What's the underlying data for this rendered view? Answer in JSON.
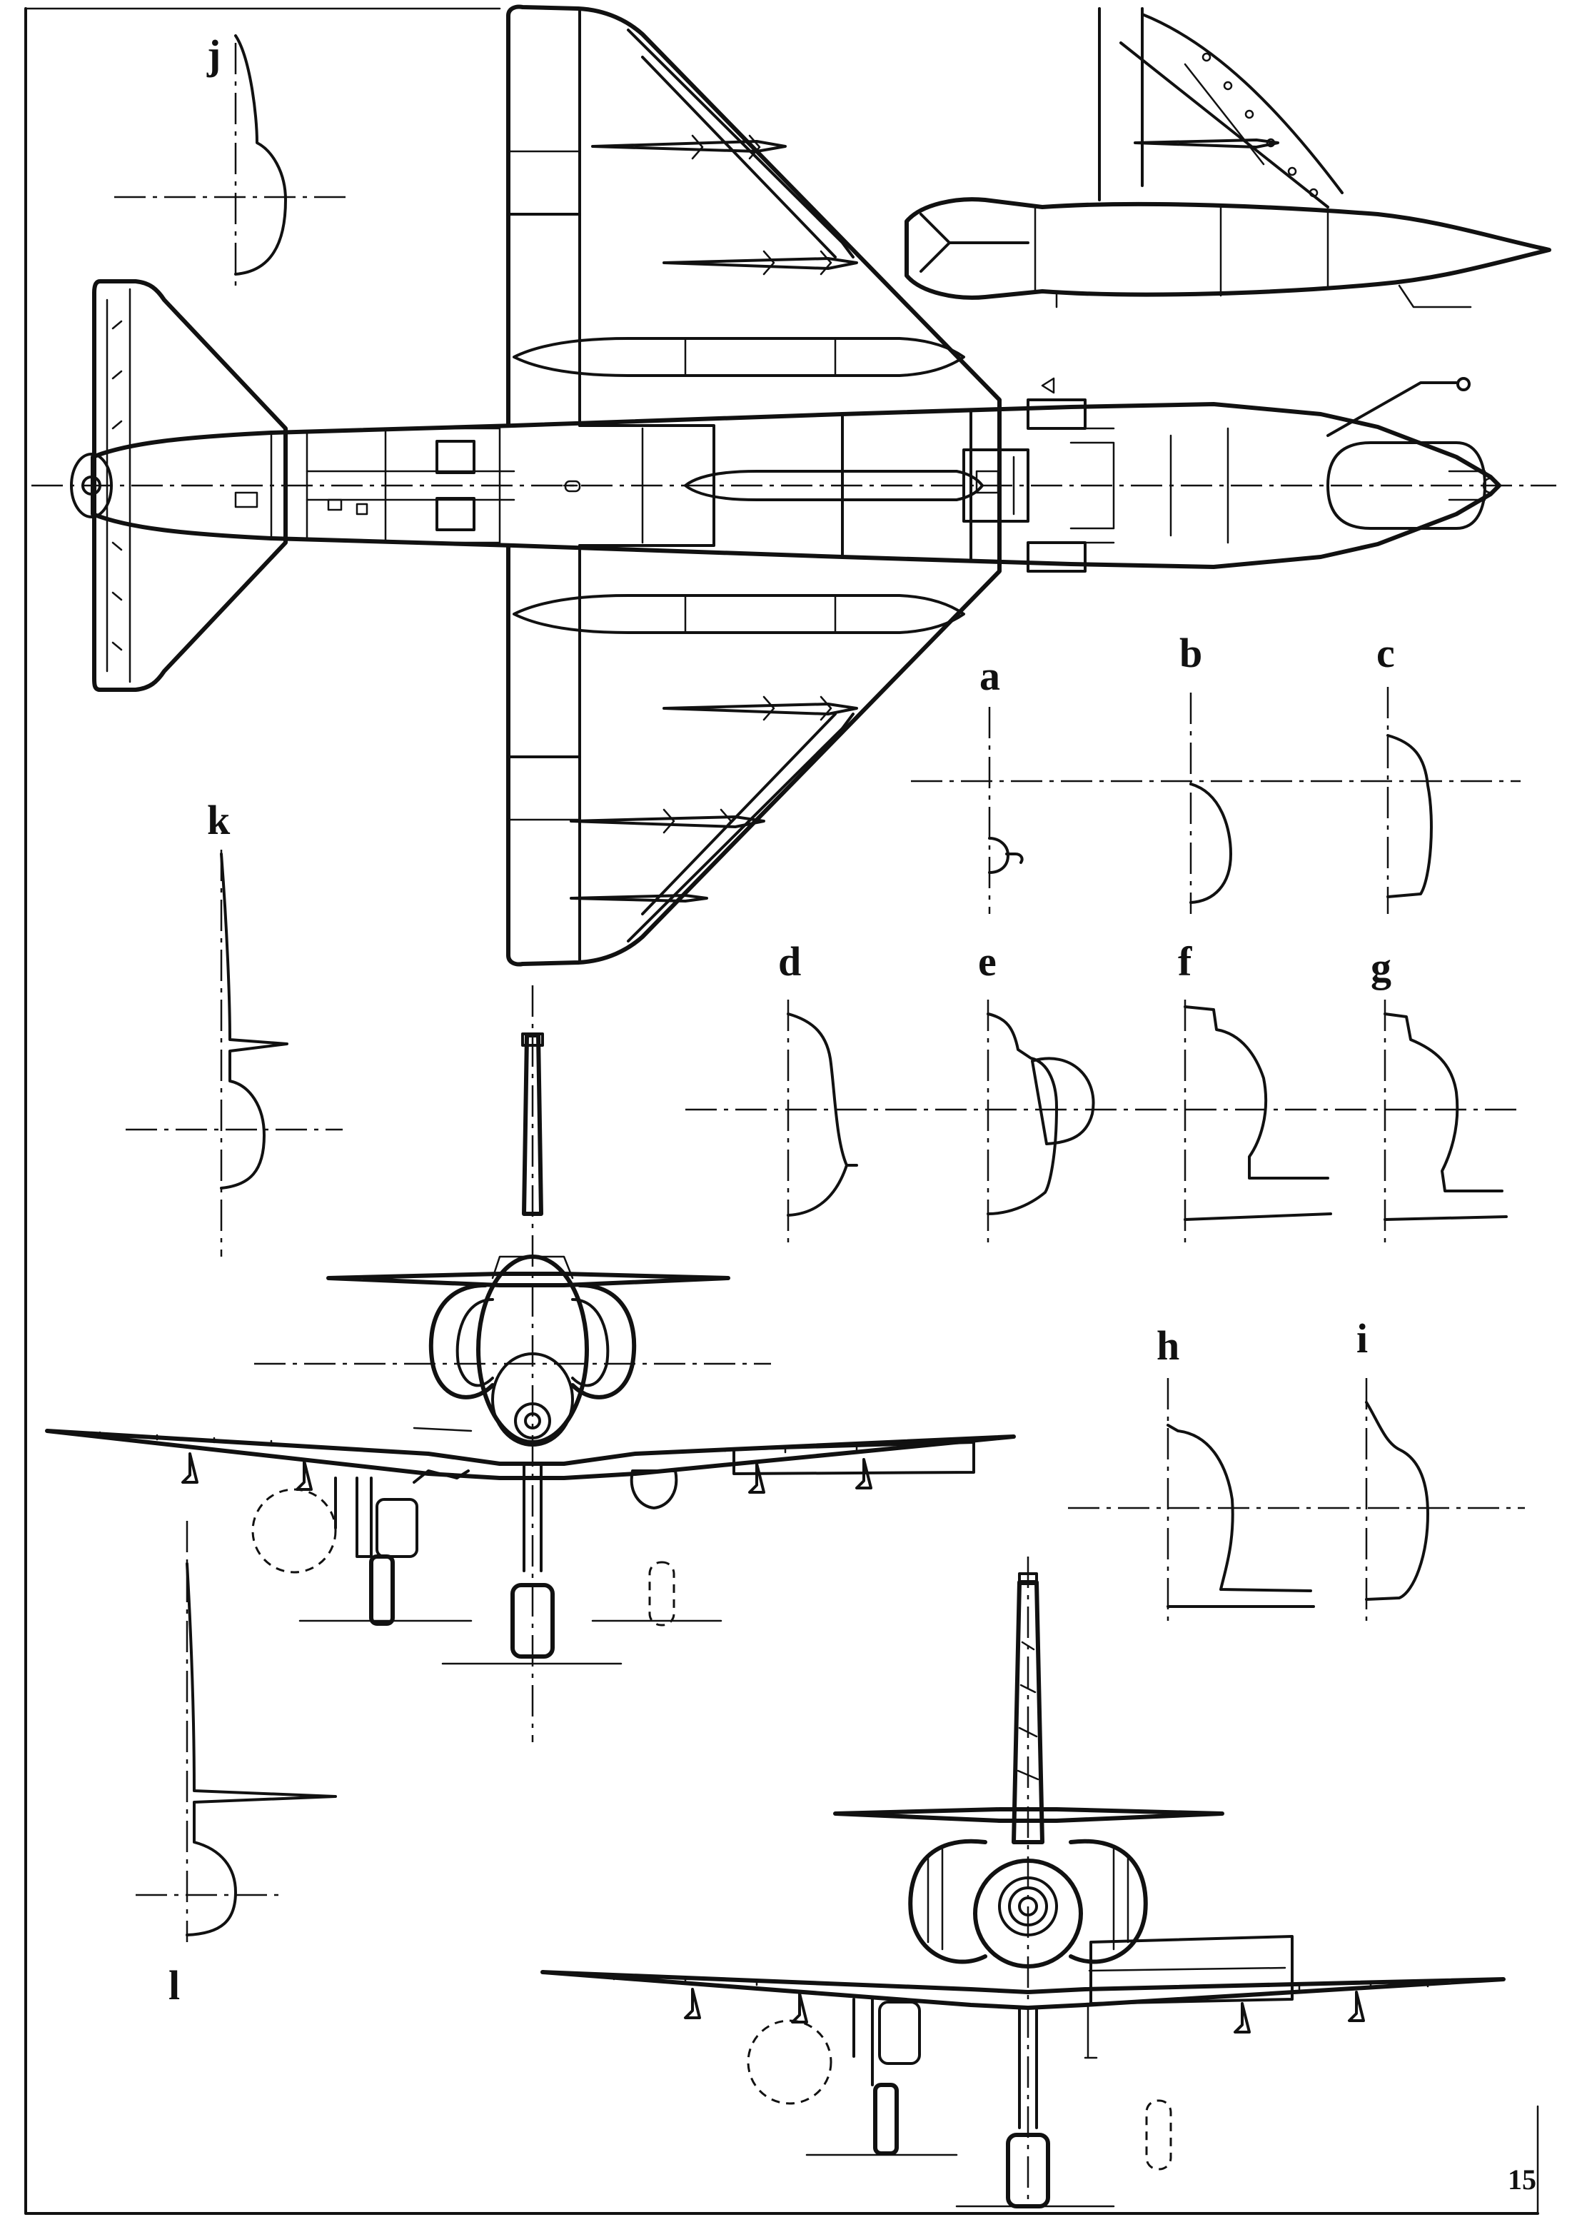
{
  "drawing": {
    "subject": "aircraft-three-view-with-cross-sections",
    "views": [
      "plan-view-underside",
      "front-view",
      "rear-view",
      "drop-tank-detail"
    ],
    "section_labels": {
      "a": "a",
      "b": "b",
      "c": "c",
      "d": "d",
      "e": "e",
      "f": "f",
      "g": "g",
      "h": "h",
      "i": "i",
      "j": "j",
      "k": "k",
      "l": "l"
    },
    "page_number": "15",
    "line_color": "#111111",
    "paper_color": "#ffffff"
  }
}
